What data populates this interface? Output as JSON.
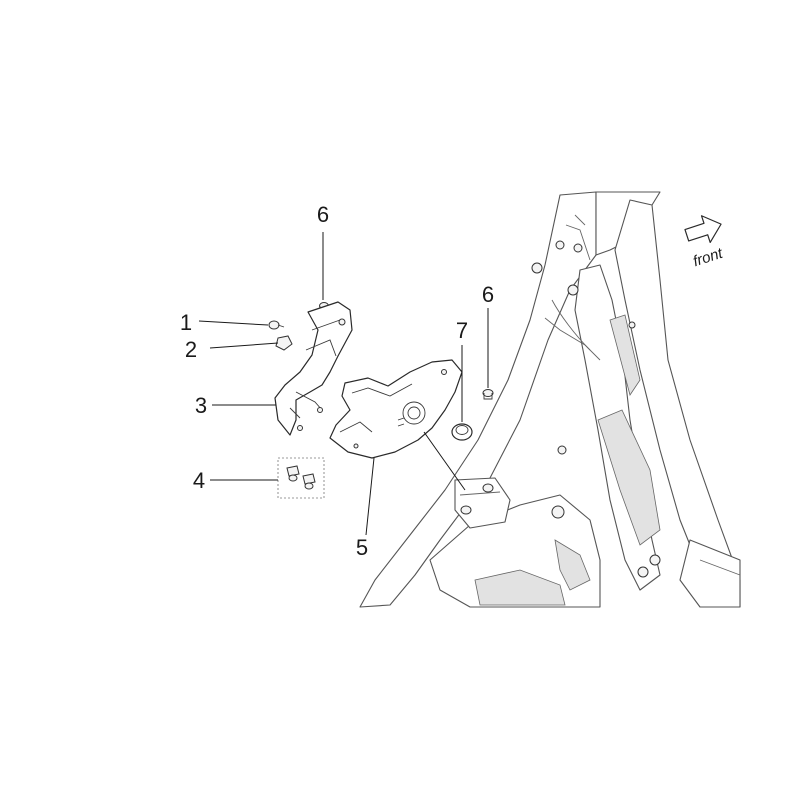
{
  "callouts": [
    {
      "id": "c1",
      "label": "1"
    },
    {
      "id": "c2",
      "label": "2"
    },
    {
      "id": "c3",
      "label": "3"
    },
    {
      "id": "c4",
      "label": "4"
    },
    {
      "id": "c5",
      "label": "5"
    },
    {
      "id": "c6a",
      "label": "6"
    },
    {
      "id": "c6b",
      "label": "6"
    },
    {
      "id": "c7",
      "label": "7"
    }
  ],
  "direction": {
    "label": "front",
    "icon": "arrow-right-icon"
  },
  "colors": {
    "line": "#2a2a2a",
    "shade": "#e2e2e2",
    "background": "#ffffff"
  }
}
